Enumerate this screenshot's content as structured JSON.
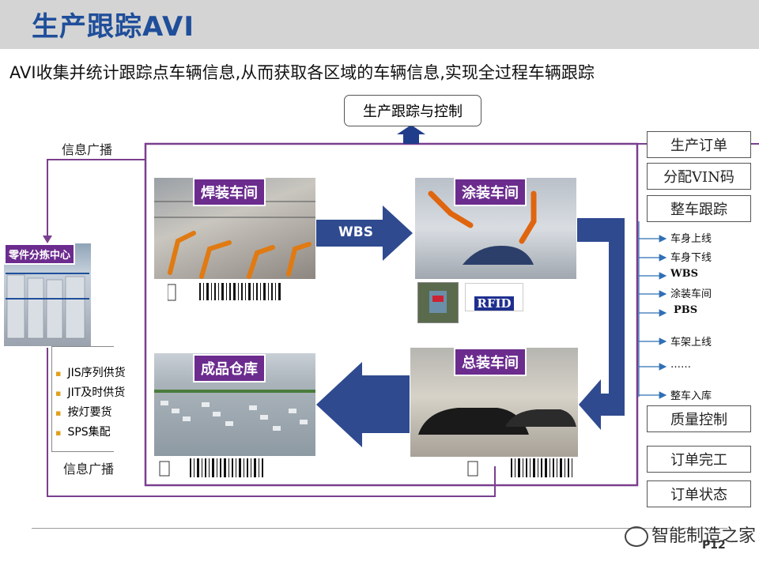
{
  "header": {
    "title": "生产跟踪AVI"
  },
  "subtitle": "AVI收集并统计跟踪点车辆信息,从而获取各区域的车辆信息,实现全过程车辆跟踪",
  "top_box": "生产跟踪与控制",
  "broadcast_top": "信息广播",
  "broadcast_bottom": "信息广播",
  "parts_center": "零件分拣中心",
  "supply_methods": [
    "JIS序列供货",
    "JIT及时供货",
    "按灯要货",
    "SPS集配"
  ],
  "workshops": {
    "welding": "焊装车间",
    "painting": "涂装车间",
    "assembly": "总装车间",
    "warehouse": "成品仓库"
  },
  "arrows": {
    "wbs": "WBS",
    "pbs": "PBS"
  },
  "rfid_label": "RFID",
  "right_boxes_top": [
    "生产订单",
    "分配VIN码",
    "整车跟踪"
  ],
  "tracking_points": [
    "车身上线",
    "车身下线",
    "WBS",
    "涂装车间",
    "PBS",
    "车架上线",
    "……",
    "整车入库"
  ],
  "right_boxes_bottom": [
    "质量控制",
    "订单完工",
    "订单状态"
  ],
  "watermark": "智能制造之家",
  "page_number": "P12",
  "colors": {
    "title": "#1f4e9a",
    "purple": "#6b2c8e",
    "arrow_blue": "#2f4a8f",
    "frame": "#7a3f8e"
  }
}
